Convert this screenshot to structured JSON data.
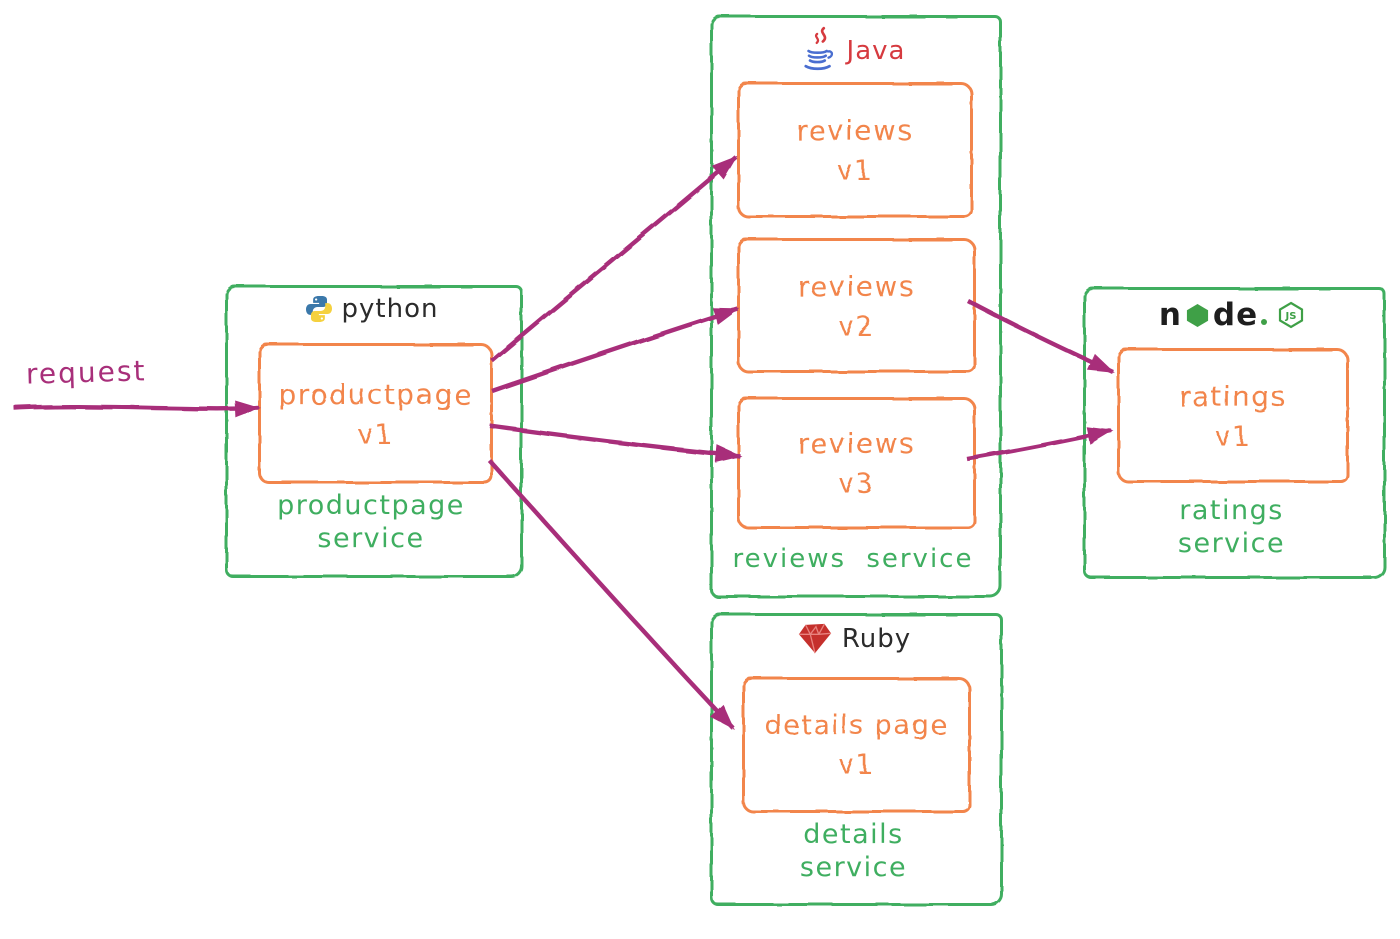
{
  "diagram": "bookinfo-microservices-architecture",
  "style": "hand-drawn crayon sketch",
  "colors": {
    "container_green": "#3fae60",
    "box_orange": "#f2854b",
    "arrow_magenta": "#a82f7a",
    "java_red": "#d63a3f",
    "java_blue": "#4a6ed0",
    "python_blue": "#3b78aa",
    "python_yellow": "#f5d13f",
    "node_green": "#3fa047",
    "ruby_red": "#c5302c",
    "logo_text_dark": "#2b2b2b"
  },
  "request": {
    "label": "request"
  },
  "services": {
    "productpage": {
      "runtime": "python",
      "label_line1": "productpage",
      "label_line2": "service",
      "box": {
        "name": "productpage",
        "version": "v1"
      }
    },
    "reviews": {
      "runtime": "Java",
      "label_line1": "reviews service",
      "boxes": [
        {
          "name": "reviews",
          "version": "v1"
        },
        {
          "name": "reviews",
          "version": "v2"
        },
        {
          "name": "reviews",
          "version": "v3"
        }
      ]
    },
    "ratings": {
      "wordmark_n": "n",
      "wordmark_de": "de",
      "badge": "JS",
      "label_line1": "ratings",
      "label_line2": "service",
      "box": {
        "name": "ratings",
        "version": "v1"
      }
    },
    "details": {
      "runtime": "Ruby",
      "label_line1": "details",
      "label_line2": "service",
      "box": {
        "name": "details page",
        "version": "v1"
      }
    }
  },
  "edges": [
    {
      "from": "request",
      "to": "productpage v1"
    },
    {
      "from": "productpage v1",
      "to": "reviews v1"
    },
    {
      "from": "productpage v1",
      "to": "reviews v2"
    },
    {
      "from": "productpage v1",
      "to": "reviews v3"
    },
    {
      "from": "productpage v1",
      "to": "details page v1"
    },
    {
      "from": "reviews v2",
      "to": "ratings v1"
    },
    {
      "from": "reviews v3",
      "to": "ratings v1"
    }
  ]
}
